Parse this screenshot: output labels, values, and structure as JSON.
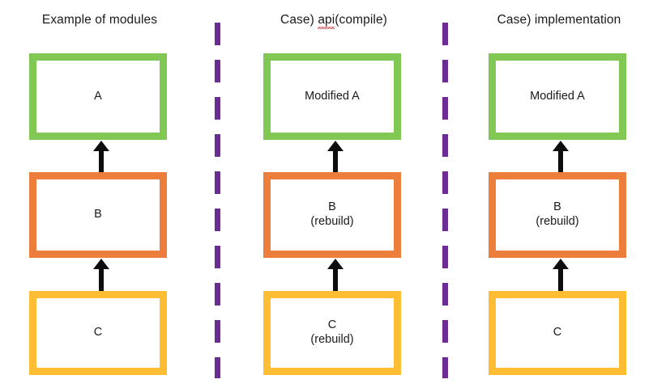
{
  "diagram": {
    "title_color": "#1a1a1a",
    "background": "#ffffff",
    "palette": {
      "green": "#80c853",
      "orange": "#ed7d3a",
      "yellow": "#ffbd33",
      "divider_purple": "#6b2d91",
      "arrow_black": "#0d0d0d",
      "spellcheck_red": "#e03030"
    },
    "columns": [
      {
        "id": "example-of-modules",
        "title": "Example of modules",
        "title_has_spellcheck": false,
        "nodes": [
          {
            "id": "a",
            "label": "A",
            "color": "green"
          },
          {
            "id": "b",
            "label": "B",
            "color": "orange"
          },
          {
            "id": "c",
            "label": "C",
            "color": "yellow"
          }
        ],
        "arrows": [
          {
            "from": "b",
            "to": "a",
            "direction": "up"
          },
          {
            "from": "c",
            "to": "b",
            "direction": "up"
          }
        ]
      },
      {
        "id": "case-api-compile",
        "title_prefix": "Case) ",
        "title_spellchecked": "api",
        "title_suffix": "(compile)",
        "title": "Case) api(compile)",
        "title_has_spellcheck": true,
        "nodes": [
          {
            "id": "a",
            "label": "Modified A",
            "color": "green"
          },
          {
            "id": "b",
            "label": "B\n(rebuild)",
            "color": "orange"
          },
          {
            "id": "c",
            "label": "C\n(rebuild)",
            "color": "yellow"
          }
        ],
        "arrows": [
          {
            "from": "b",
            "to": "a",
            "direction": "up"
          },
          {
            "from": "c",
            "to": "b",
            "direction": "up"
          }
        ]
      },
      {
        "id": "case-implementation",
        "title": "Case) implementation",
        "title_has_spellcheck": false,
        "nodes": [
          {
            "id": "a",
            "label": "Modified A",
            "color": "green"
          },
          {
            "id": "b",
            "label": "B\n(rebuild)",
            "color": "orange"
          },
          {
            "id": "c",
            "label": "C",
            "color": "yellow"
          }
        ],
        "arrows": [
          {
            "from": "b",
            "to": "a",
            "direction": "up"
          },
          {
            "from": "c",
            "to": "b",
            "direction": "up"
          }
        ]
      }
    ],
    "dividers": [
      {
        "id": "divider-1",
        "style": "dashed-vertical",
        "color": "#6b2d91"
      },
      {
        "id": "divider-2",
        "style": "dashed-vertical",
        "color": "#6b2d91"
      }
    ]
  }
}
